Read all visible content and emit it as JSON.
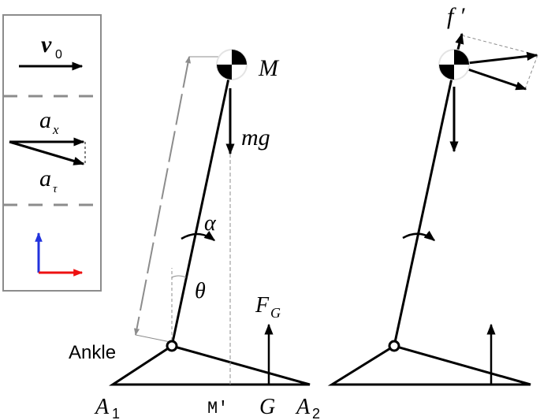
{
  "legend": {
    "v_symbol": "v",
    "v_subscript": "0",
    "ax_symbol": "a",
    "ax_subscript": "x",
    "atau_symbol": "a",
    "atau_subscript": "τ"
  },
  "left_figure": {
    "mass_label": "M",
    "gravity_label": "mg",
    "alpha_label": "α",
    "theta_label": "θ",
    "force_symbol": "F",
    "force_subscript": "G",
    "ankle_label": "Ankle",
    "a1_symbol": "A",
    "a1_subscript": "1",
    "a2_symbol": "A",
    "a2_subscript": "2",
    "mprime_label": "M′",
    "g_label": "G"
  },
  "right_figure": {
    "force_label": "f ′"
  },
  "colors": {
    "legend_border": "#8c8c8c",
    "legend_divider": "#8c8c8c",
    "axis_vertical": "#2233dd",
    "axis_horizontal": "#ee1111",
    "dimension_line": "#8c8c8c",
    "projection_dash": "#8c8c8c"
  }
}
